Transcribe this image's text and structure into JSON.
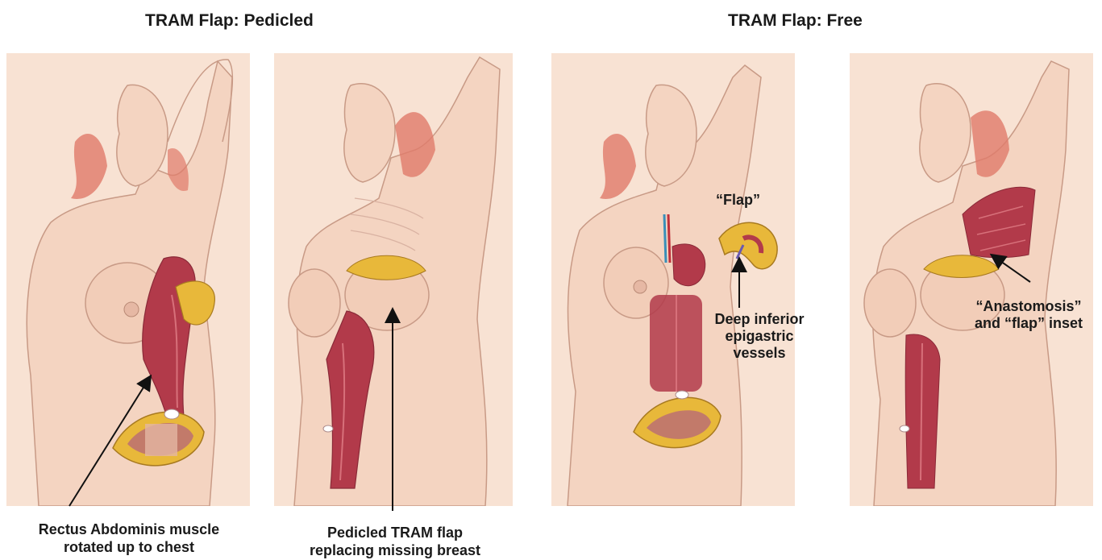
{
  "titles": {
    "pedicled": "TRAM Flap: Pedicled",
    "free": "TRAM Flap: Free"
  },
  "captions": {
    "rectus_line1": "Rectus Abdominis muscle",
    "rectus_line2": "rotated up to chest",
    "pedicled_line1": "Pedicled TRAM flap",
    "pedicled_line2": "replacing missing breast"
  },
  "labels": {
    "flap": "“Flap”",
    "vessels_line1": "Deep inferior",
    "vessels_line2": "epigastric",
    "vessels_line3": "vessels",
    "anastomosis_line1": "“Anastomosis”",
    "anastomosis_line2": "and “flap” inset"
  },
  "colors": {
    "skin": "#f6dccb",
    "panel_bg": "#f8e2d3",
    "muscle": "#b23a4a",
    "fat": "#e8b83a",
    "hair": "#e07a6a"
  }
}
